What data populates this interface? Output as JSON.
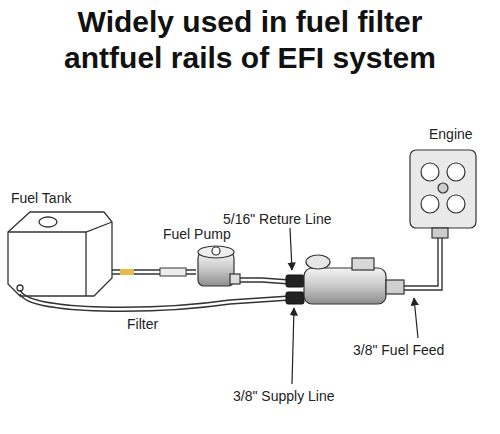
{
  "diagram": {
    "title": "Widely used in fuel filter antfuel rails of EFI system",
    "labels": [
      "Engine",
      "5/16\" Reture Line",
      "Fuel Tank",
      "Fuel Pump",
      "Filter",
      "3/8\" Fuel Feed",
      "3/8\" Supply Line"
    ]
  }
}
